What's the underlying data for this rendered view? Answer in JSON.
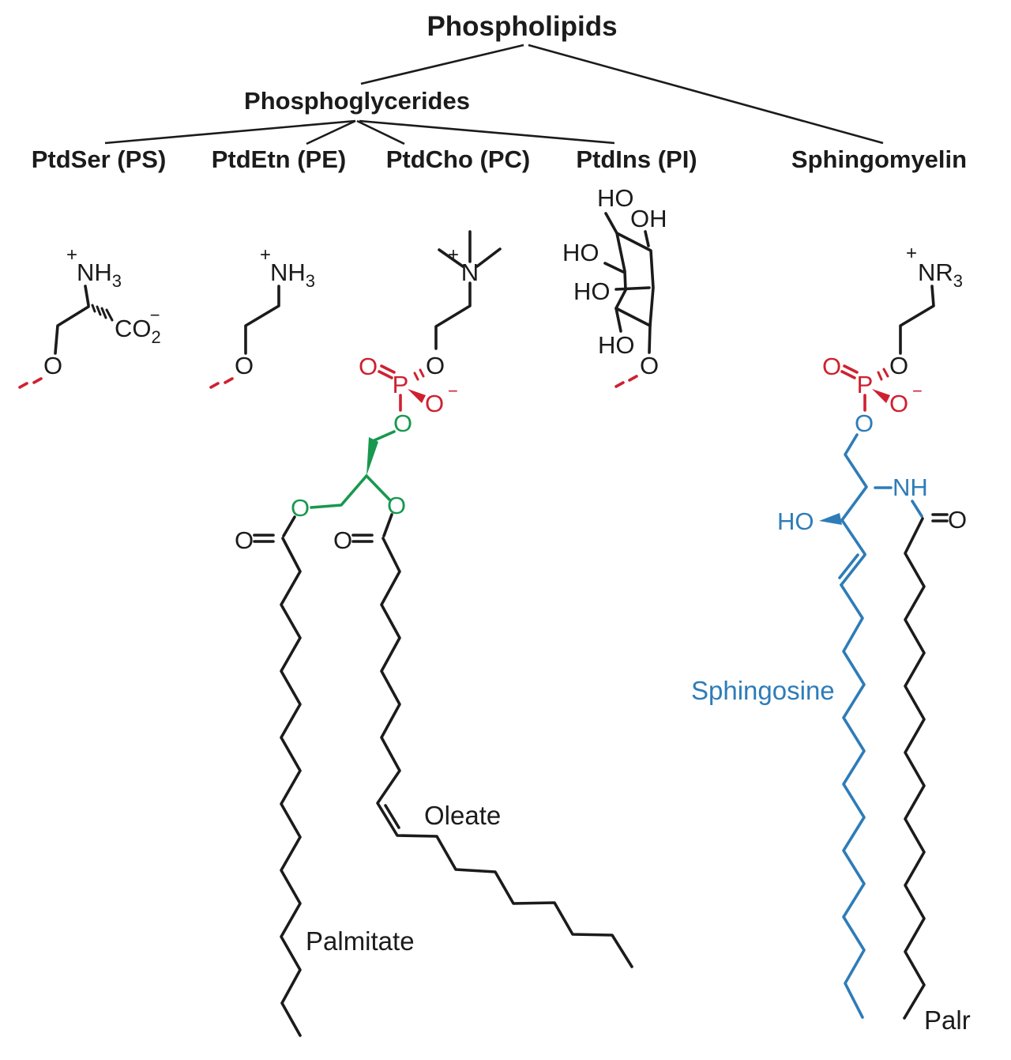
{
  "colors": {
    "red": "#ce2130",
    "green": "#18984e",
    "blue": "#2e7cb8",
    "ink": "#1b1b1b"
  },
  "tree": {
    "title": "Phospholipids",
    "group": "Phosphoglycerides",
    "leaves": {
      "ps": "PtdSer (PS)",
      "pe": "PtdEtn (PE)",
      "pc": "PtdCho (PC)",
      "pi": "PtdIns (PI)",
      "sm": "Sphingomyelin"
    }
  },
  "annotations": {
    "palmitate": "Palmitate",
    "oleate": "Oleate",
    "sphingosine": "Sphingosine",
    "acyl": "Palr"
  },
  "atoms": {
    "o": "O",
    "p": "P",
    "n": "N",
    "nh": "NH",
    "ho": "HO",
    "oh": "OH",
    "co": "CO",
    "nr": "NR",
    "sub3": "3",
    "sub2": "2",
    "plus": "+",
    "minus": "−"
  }
}
